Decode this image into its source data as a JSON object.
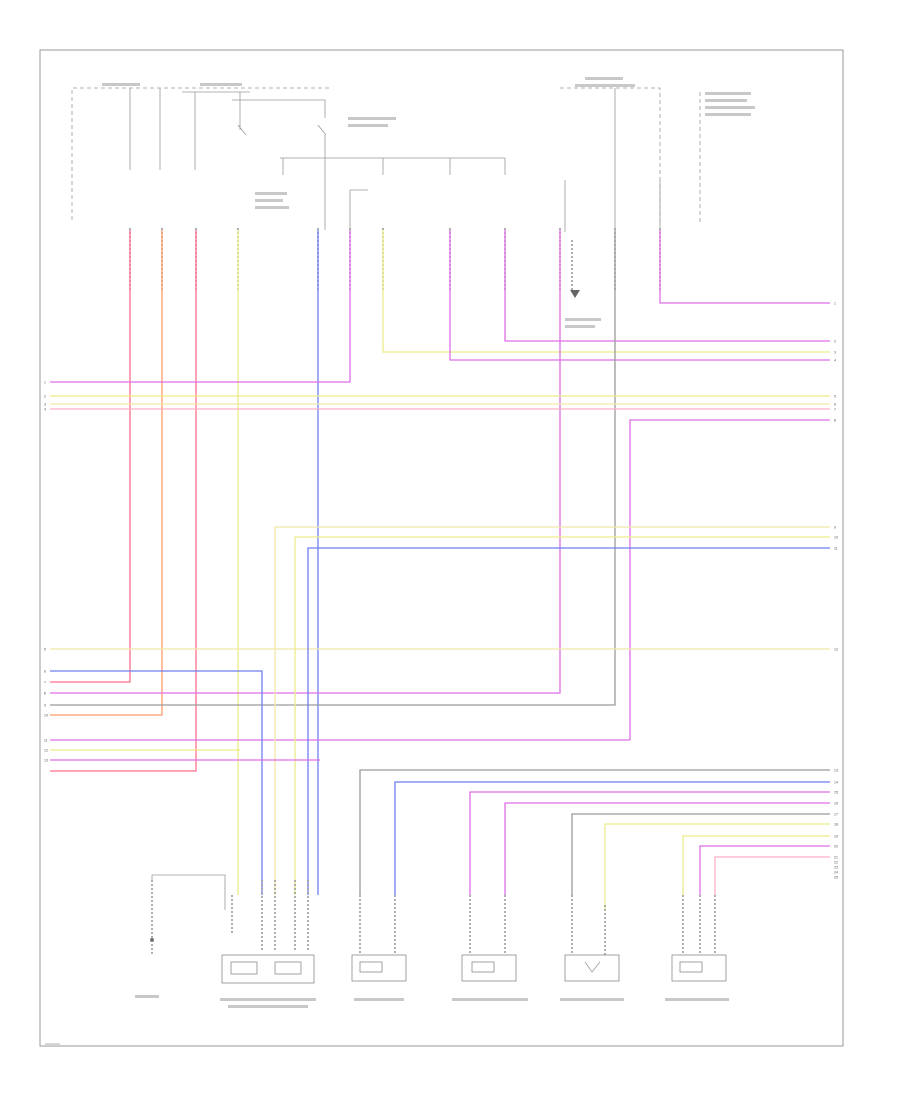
{
  "diagram": {
    "title": "",
    "colors": {
      "red": "#ff6f8a",
      "pink": "#ffb0c4",
      "orange": "#ff9a6a",
      "yellow": "#ecec88",
      "light_yellow": "#f1e6aa",
      "blue": "#6f7ff0",
      "violet": "#df6fe8",
      "grey": "#9a9a9a",
      "frame": "#9a9a9a"
    },
    "left_connector_pins": [
      "1",
      "2",
      "3",
      "4",
      "5",
      "6",
      "7",
      "8",
      "9",
      "10",
      "11",
      "12",
      "13"
    ],
    "right_connector_pins": [
      "1",
      "2",
      "3",
      "4",
      "5",
      "6",
      "7",
      "8",
      "9",
      "10",
      "11",
      "12",
      "13",
      "14",
      "15",
      "16",
      "17",
      "18",
      "19",
      "20",
      "21",
      "22",
      "23",
      "24",
      "25"
    ],
    "page_marker": ""
  }
}
